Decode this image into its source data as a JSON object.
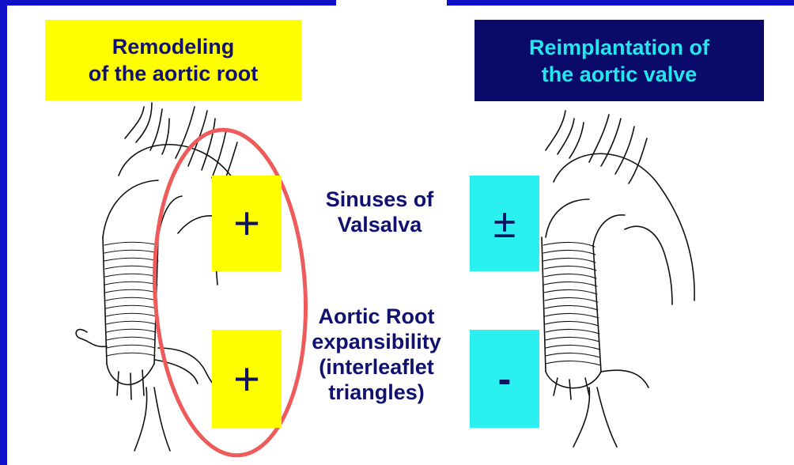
{
  "left_title": {
    "line1": "Remodeling",
    "line2": "of the aortic root"
  },
  "right_title": {
    "line1": "Reimplantation of",
    "line2": "the aortic valve"
  },
  "criteria": [
    {
      "lines": [
        "Sinuses of",
        "Valsalva"
      ],
      "remodeling": "+",
      "reimplantation": "±"
    },
    {
      "lines": [
        "Aortic Root",
        "expansibility",
        "(interleaflet",
        "triangles)"
      ],
      "remodeling": "+",
      "reimplantation": "-"
    }
  ],
  "colors": {
    "background_border": "#1010c8",
    "left_title_bg": "#ffff00",
    "right_title_bg": "#0a0a6a",
    "right_title_text": "#22e8ee",
    "cyan_box": "#2af0f0",
    "highlight_ellipse": "#ef5a5a",
    "text_navy": "#101070"
  }
}
